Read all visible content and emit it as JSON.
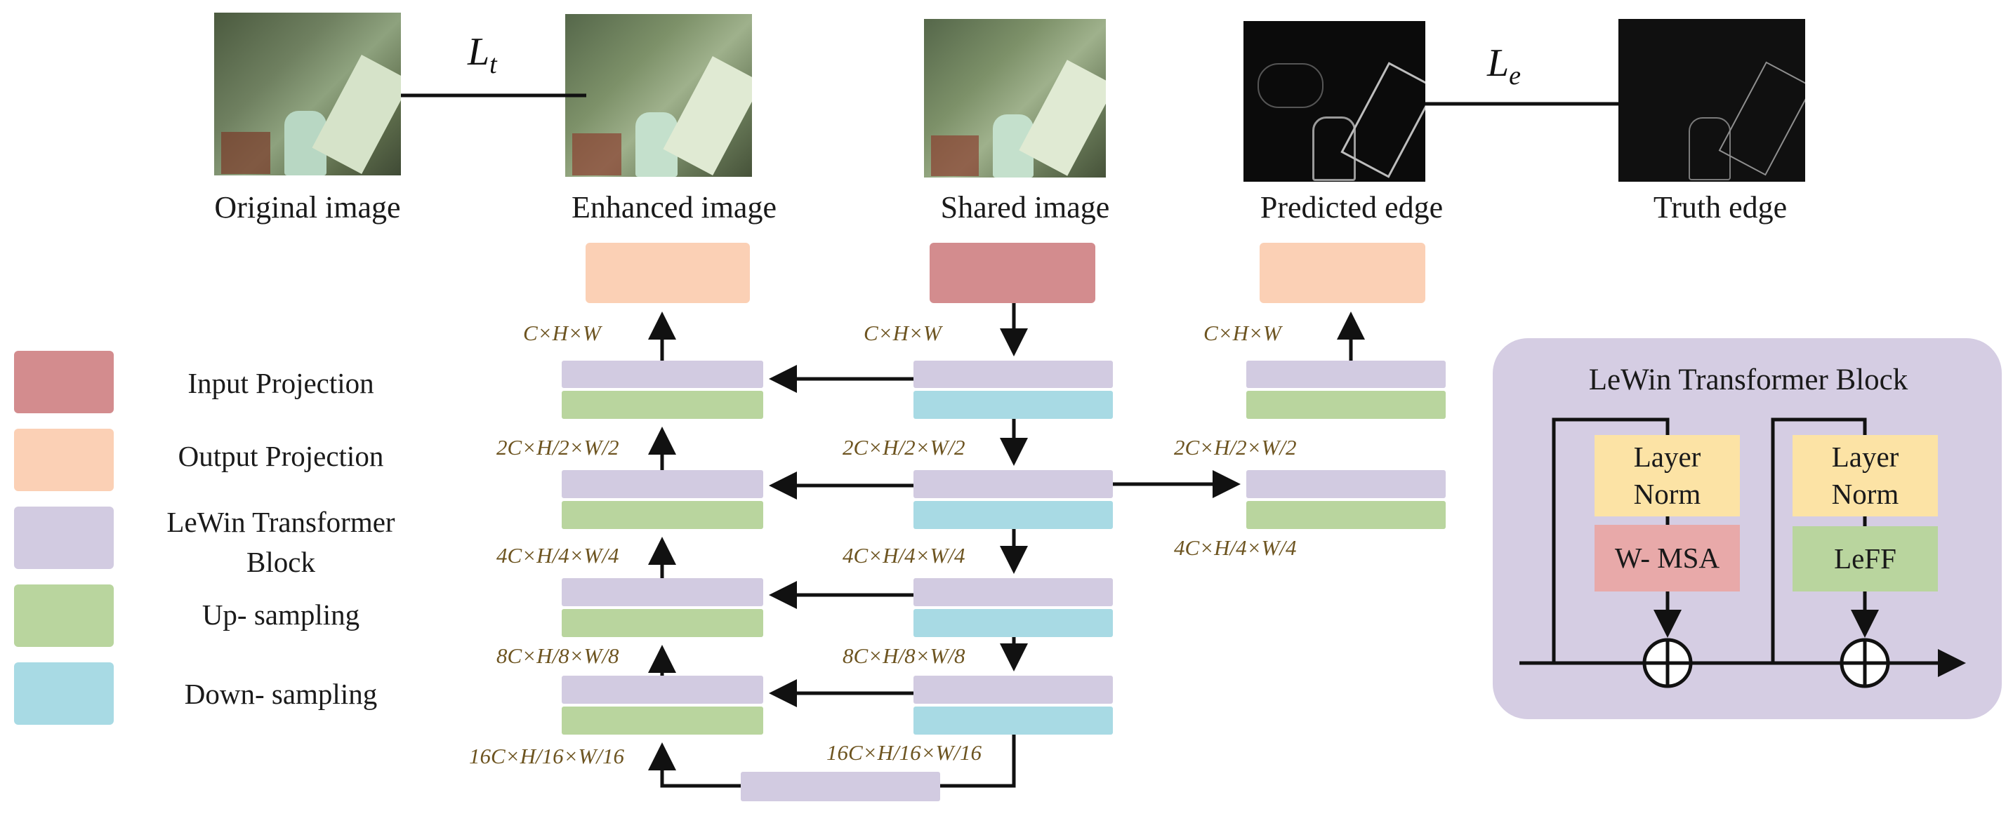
{
  "images": {
    "original": "Original image",
    "enhanced": "Enhanced image",
    "shared": "Shared image",
    "predicted": "Predicted edge",
    "truth": "Truth edge"
  },
  "losses": {
    "lt": "L",
    "lt_sub": "t",
    "le": "L",
    "le_sub": "e"
  },
  "legend": [
    {
      "label": "Input Projection",
      "color": "#d38c8e"
    },
    {
      "label": "Output Projection",
      "color": "#fbd0b5"
    },
    {
      "label": "LeWin  Transformer Block",
      "color": "#d2cbe1"
    },
    {
      "label": "Up- sampling",
      "color": "#b9d59e"
    },
    {
      "label": "Down- sampling",
      "color": "#a8dae4"
    }
  ],
  "dims": {
    "left": [
      "C×H×W",
      "2C×H/2×W/2",
      "4C×H/4×W/4",
      "8C×H/8×W/8",
      "16C×H/16×W/16"
    ],
    "mid": [
      "C×H×W",
      "2C×H/2×W/2",
      "4C×H/4×W/4",
      "8C×H/8×W/8",
      "16C×H/16×W/16"
    ],
    "right": [
      "C×H×W",
      "2C×H/2×W/2",
      "4C×H/4×W/4"
    ]
  },
  "block": {
    "title": "LeWin  Transformer Block",
    "layer_norm_1": "Layer Norm",
    "wmsa": "W- MSA",
    "layer_norm_2": "Layer Norm",
    "leff": "LeFF"
  },
  "colors": {
    "input_projection": "#d38c8e",
    "output_projection": "#fbd0b5",
    "lewin": "#d2cbe1",
    "up_sampling": "#b9d59e",
    "down_sampling": "#a8dae4",
    "block_bg": "#d5cde3",
    "layer_norm": "#fce3a5",
    "wmsa": "#e8a9a9",
    "leff": "#b9d59e",
    "dim_text": "#6d5420"
  }
}
